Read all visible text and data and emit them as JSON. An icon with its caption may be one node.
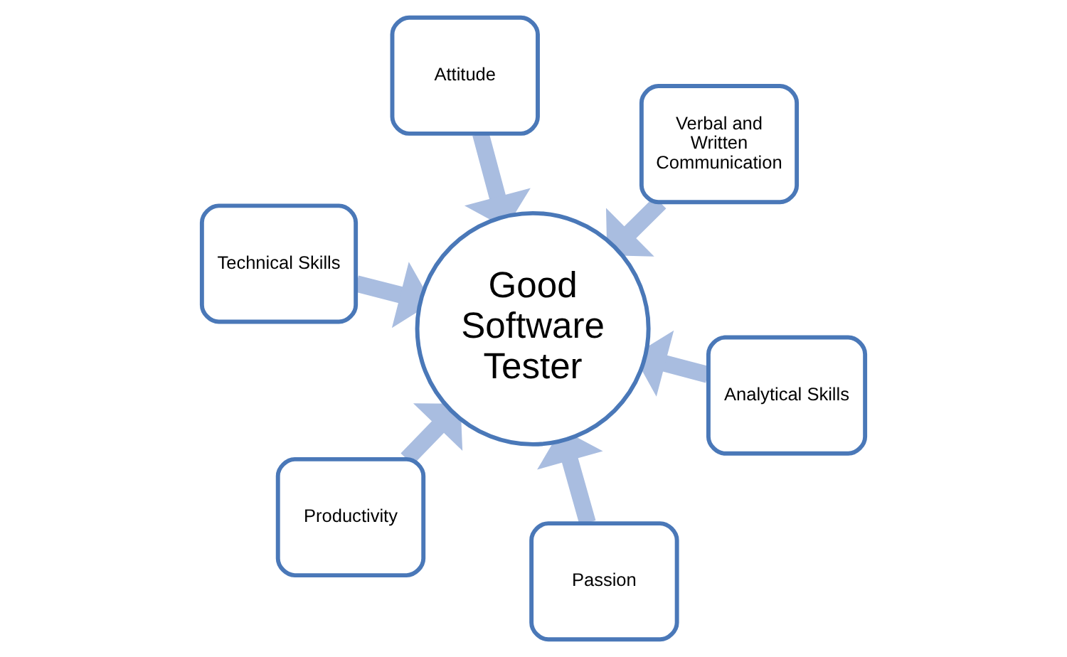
{
  "diagram": {
    "nodes": [
      {
        "text": [
          "Technical Skills"
        ]
      },
      {
        "text": [
          "Analytical Skills"
        ]
      },
      {
        "text": [
          "Passion"
        ]
      },
      {
        "text": [
          "Attitude"
        ]
      },
      {
        "text": [
          "Verbal and Written Communication"
        ]
      },
      {
        "text": [
          "Good Software Tester"
        ]
      },
      {
        "text": [
          "Productivity"
        ]
      }
    ],
    "edges": [
      {
        "from": 0,
        "to": 5,
        "arrow": "to"
      },
      {
        "from": 1,
        "to": 5,
        "arrow": "to"
      },
      {
        "from": 2,
        "to": 5,
        "arrow": "to"
      },
      {
        "from": 3,
        "to": 5,
        "arrow": "to"
      },
      {
        "from": 4,
        "to": 5,
        "arrow": "to"
      },
      {
        "from": 6,
        "to": 5,
        "arrow": "to"
      }
    ]
  }
}
